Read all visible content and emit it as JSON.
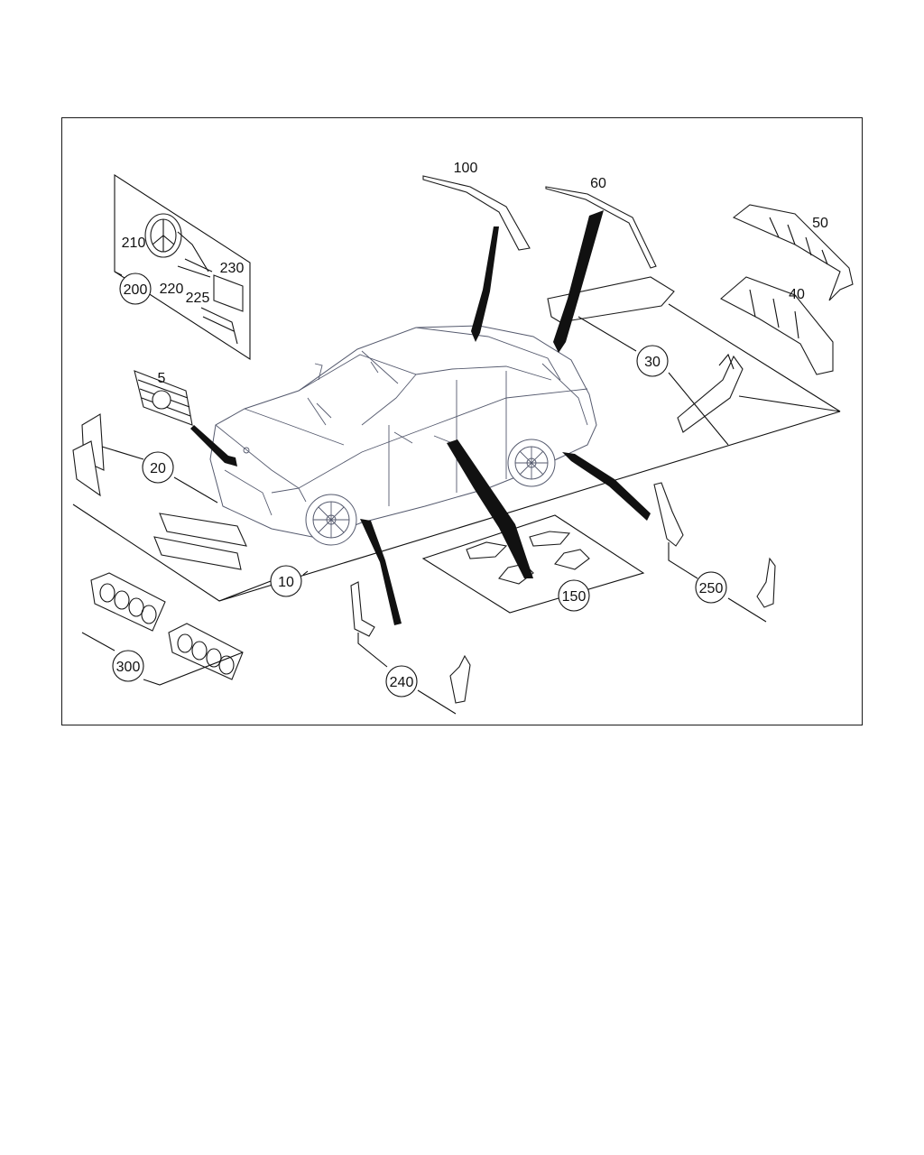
{
  "diagram": {
    "callouts": [
      {
        "id": "callout-5",
        "text": "5"
      },
      {
        "id": "callout-10",
        "text": "10"
      },
      {
        "id": "callout-20",
        "text": "20"
      },
      {
        "id": "callout-30",
        "text": "30"
      },
      {
        "id": "callout-40",
        "text": "40"
      },
      {
        "id": "callout-50",
        "text": "50"
      },
      {
        "id": "callout-60",
        "text": "60"
      },
      {
        "id": "callout-100",
        "text": "100"
      },
      {
        "id": "callout-150",
        "text": "150"
      },
      {
        "id": "callout-200",
        "text": "200"
      },
      {
        "id": "callout-210",
        "text": "210"
      },
      {
        "id": "callout-220",
        "text": "220"
      },
      {
        "id": "callout-225",
        "text": "225"
      },
      {
        "id": "callout-230",
        "text": "230"
      },
      {
        "id": "callout-240",
        "text": "240"
      },
      {
        "id": "callout-250",
        "text": "250"
      },
      {
        "id": "callout-300",
        "text": "300"
      }
    ],
    "colors": {
      "line": "#111111",
      "car_outline": "#555a6e",
      "background": "#ffffff"
    }
  }
}
